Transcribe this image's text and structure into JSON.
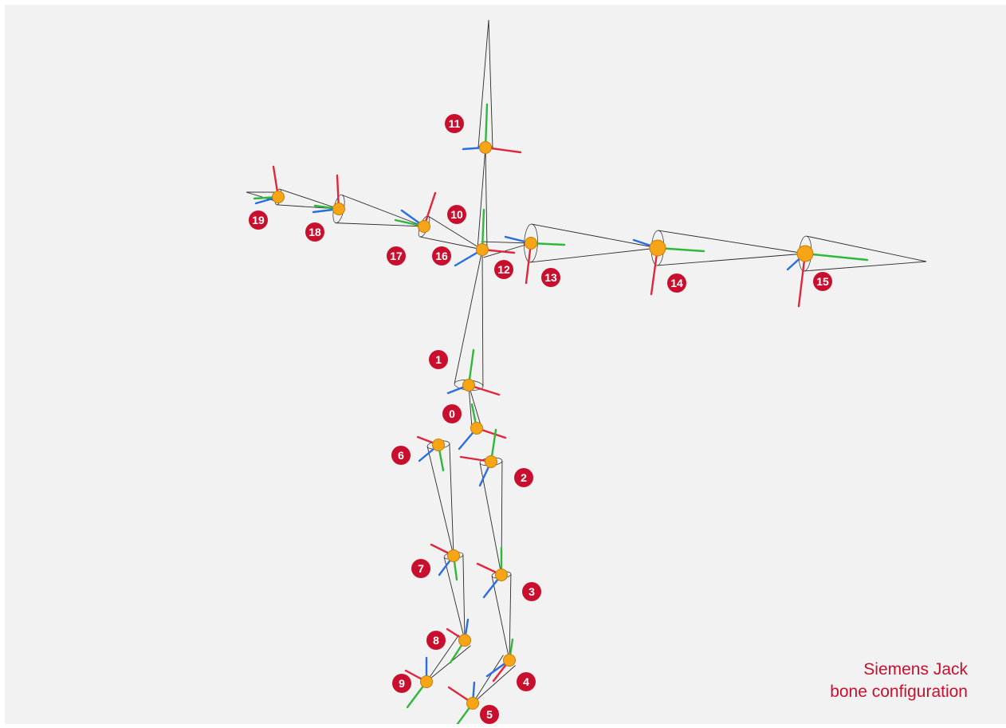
{
  "caption": {
    "line1": "Siemens Jack",
    "line2": "bone configuration"
  },
  "colors": {
    "background": "#f2f2f2",
    "label_badge": "#c8102e",
    "label_text": "#ffffff",
    "joint": "#f5a516",
    "axis_red": "#e0263c",
    "axis_green": "#2fb83a",
    "axis_blue": "#2a6de0",
    "bone_line": "#2a2a2a"
  },
  "joint_labels": [
    "0",
    "1",
    "2",
    "3",
    "4",
    "5",
    "6",
    "7",
    "8",
    "9",
    "10",
    "11",
    "12",
    "13",
    "14",
    "15",
    "16",
    "17",
    "18",
    "19"
  ]
}
